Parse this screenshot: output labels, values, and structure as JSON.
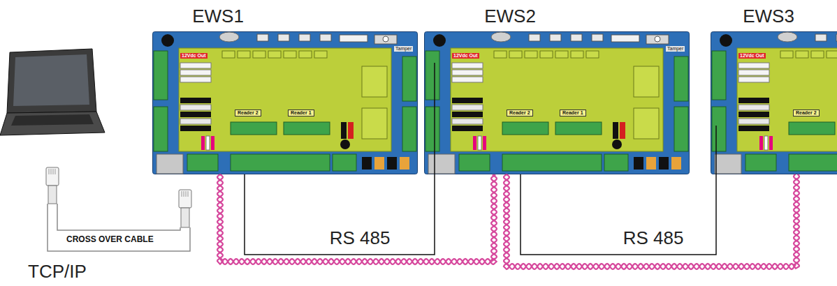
{
  "diagram": {
    "nodes": [
      {
        "text": [
          "EWS1"
        ]
      },
      {
        "text": [
          "EWS2"
        ]
      },
      {
        "text": [
          "EWS3"
        ]
      }
    ],
    "edges": [
      {
        "from": 0,
        "to": 1,
        "arrow": "none",
        "label": "RS 485"
      },
      {
        "from": 1,
        "to": 2,
        "arrow": "none",
        "label": "RS 485"
      }
    ],
    "labels": [
      "CROSS OVER CABLE",
      "TCP/IP",
      "12Vdc Out",
      "Tamper",
      "Reader 2",
      "Reader 1",
      "12Vdc Out",
      "Tamper",
      "Reader 2",
      "Reader 1",
      "12Vdc Out",
      "Reader 2"
    ]
  }
}
